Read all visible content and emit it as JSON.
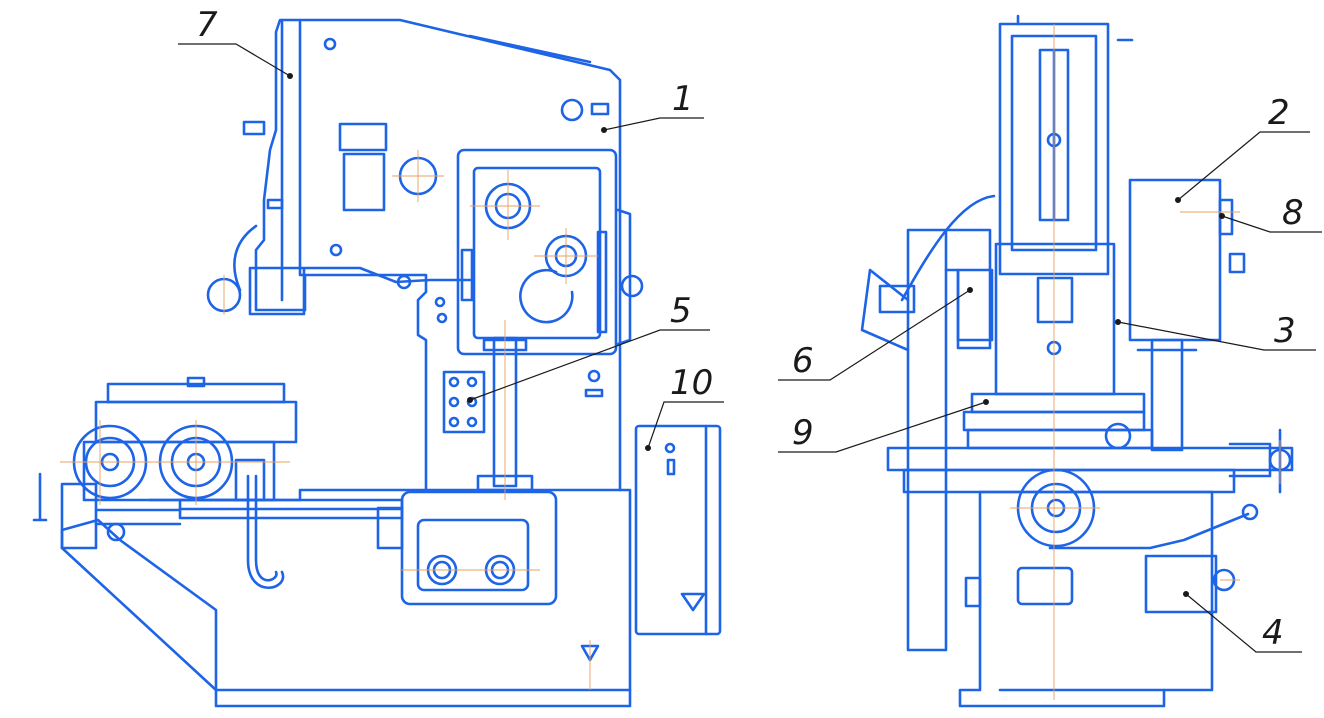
{
  "figure": {
    "line_color": "#1e64e6",
    "axis_color": "#e8a060",
    "leader_color": "#1a1a1a"
  },
  "callouts": {
    "c1": "1",
    "c2": "2",
    "c3": "3",
    "c4": "4",
    "c5": "5",
    "c6": "6",
    "c7": "7",
    "c8": "8",
    "c9": "9",
    "c10": "10"
  }
}
